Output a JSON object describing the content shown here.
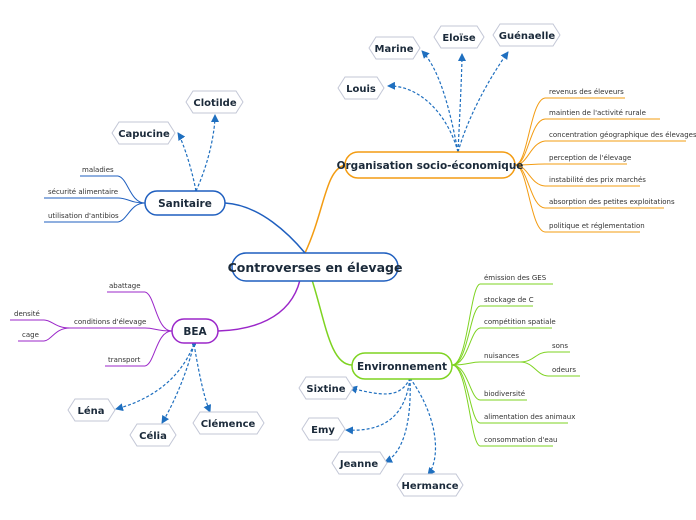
{
  "center": {
    "label": "Controverses en élevage"
  },
  "branches": {
    "socio": {
      "label": "Organisation socio-économique",
      "color": "#f39c12",
      "items": [
        "revenus des éleveurs",
        "maintien de l'activité rurale",
        "concentration géographique des élevages",
        "perception de l'élevage",
        "instabilité des prix marchés",
        "absorption des petites exploitations",
        "politique et réglementation"
      ],
      "people": [
        "Marine",
        "Eloïse",
        "Guénaelle",
        "Louis"
      ]
    },
    "sanitaire": {
      "label": "Sanitaire",
      "color": "#1f5fbf",
      "items": [
        "maladies",
        "sécurité alimentaire",
        "utilisation d'antibios"
      ],
      "people": [
        "Clotilde",
        "Capucine"
      ]
    },
    "bea": {
      "label": "BEA",
      "color": "#9b27c9",
      "items": [
        "abattage",
        "conditions d'élevage",
        "transport"
      ],
      "sub_items": [
        "densité",
        "cage"
      ],
      "people": [
        "Léna",
        "Célia",
        "Clémence"
      ]
    },
    "environnement": {
      "label": "Environnement",
      "color": "#7ed321",
      "items": [
        "émission des GES",
        "stockage de C",
        "compétition spatiale",
        "nuisances",
        "biodiversité",
        "alimentation des animaux",
        "consommation d'eau"
      ],
      "sub_items": [
        "sons",
        "odeurs"
      ],
      "people": [
        "Sixtine",
        "Emy",
        "Jeanne",
        "Hermance"
      ]
    }
  },
  "colors": {
    "center_border": "#1f5fbf",
    "link": "#1f6fbf",
    "node_border": "#c3c7d6"
  }
}
